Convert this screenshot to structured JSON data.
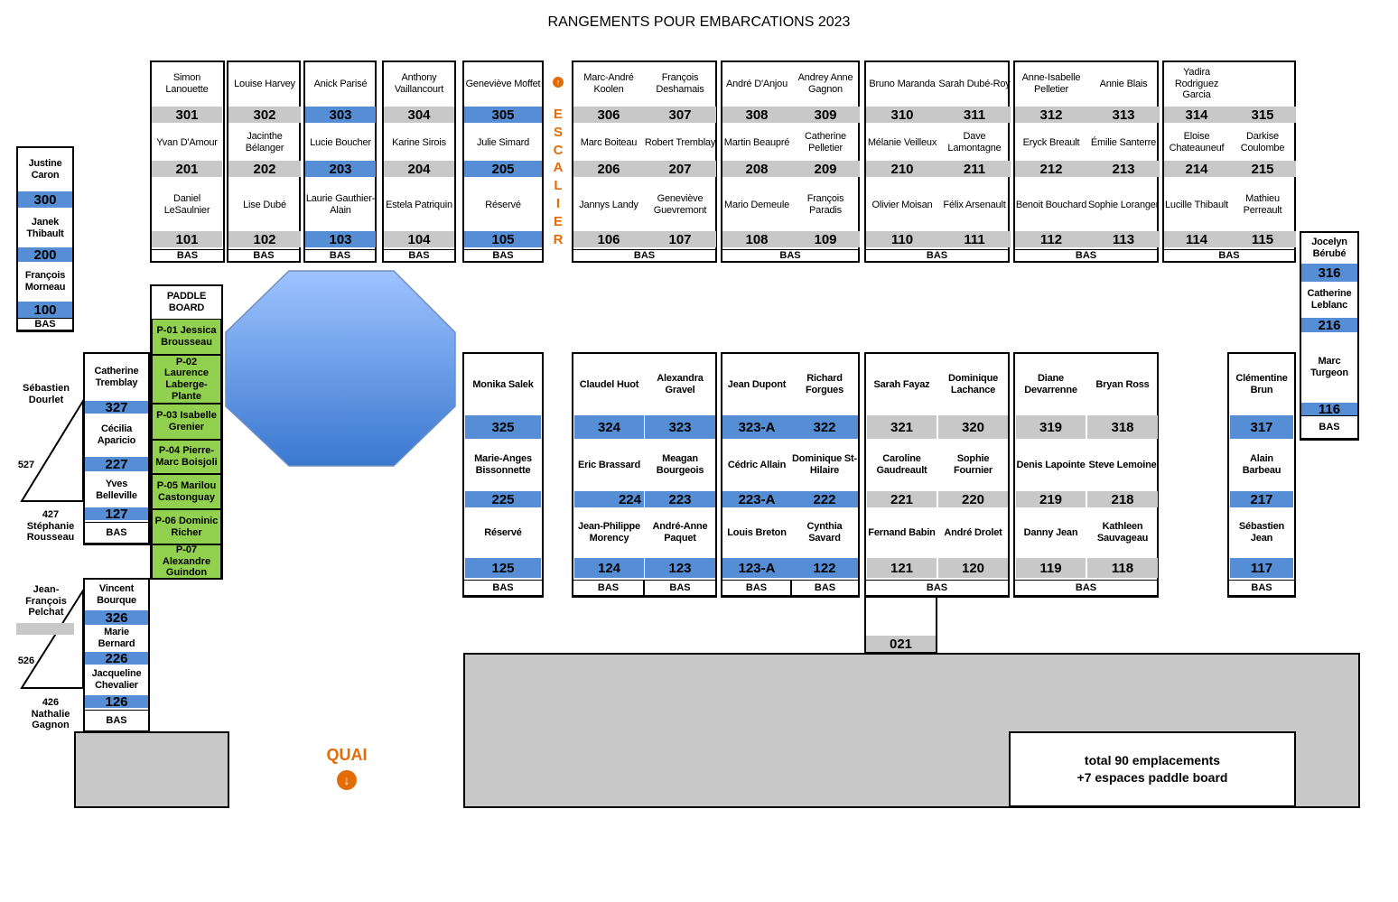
{
  "title": "RANGEMENTS POUR EMBARCATIONS 2023",
  "colors": {
    "blue": "#558ed5",
    "gray": "#c8c8c8",
    "green": "#92d050",
    "orange": "#e36c09",
    "basin": "#8db4e2"
  },
  "bas_label": "BAS",
  "escalier": [
    "E",
    "S",
    "C",
    "A",
    "L",
    "I",
    "E",
    "R"
  ],
  "quai": "QUAI",
  "total": {
    "line1": "total 90 emplacements",
    "line2": "+7 espaces paddle board"
  },
  "paddle": {
    "header": "PADDLE BOARD",
    "items": [
      "P-01 Jessica Brousseau",
      "P-02 Laurence Laberge-Plante",
      "P-03 Isabelle Grenier",
      "P-04 Pierre-Marc Boisjoli",
      "P-05 Marilou Castonguay",
      "P-06 Dominic Richer",
      "P-07 Alexandre Guindon"
    ]
  },
  "slot_021": "021",
  "top_rows": {
    "row3": [
      {
        "name": "Simon Lanouette",
        "num": "301",
        "color": "gray"
      },
      {
        "name": "Louise Harvey",
        "num": "302",
        "color": "gray"
      },
      {
        "name": "Anick Parisé",
        "num": "303",
        "color": "blue"
      },
      {
        "name": "Anthony Vaillancourt",
        "num": "304",
        "color": "gray"
      },
      {
        "name": "Geneviève Moffet",
        "num": "305",
        "color": "blue"
      },
      {
        "name": "Marc-André Koolen",
        "num": "306",
        "color": "gray"
      },
      {
        "name": "François Deshamais",
        "num": "307",
        "color": "gray"
      },
      {
        "name": "André D'Anjou",
        "num": "308",
        "color": "gray"
      },
      {
        "name": "Andrey Anne Gagnon",
        "num": "309",
        "color": "gray"
      },
      {
        "name": "Bruno Maranda",
        "num": "310",
        "color": "gray"
      },
      {
        "name": "Sarah Dubé-Roy",
        "num": "311",
        "color": "gray"
      },
      {
        "name": "Anne-Isabelle Pelletier",
        "num": "312",
        "color": "gray"
      },
      {
        "name": "Annie Blais",
        "num": "313",
        "color": "gray"
      },
      {
        "name": "Yadira Rodriguez Garcia",
        "num": "314",
        "color": "gray"
      },
      {
        "name": "",
        "num": "315",
        "color": "gray"
      }
    ],
    "row2": [
      {
        "name": "Yvan D'Amour",
        "num": "201",
        "color": "gray"
      },
      {
        "name": "Jacinthe Bélanger",
        "num": "202",
        "color": "gray"
      },
      {
        "name": "Lucie Boucher",
        "num": "203",
        "color": "blue"
      },
      {
        "name": "Karine Sirois",
        "num": "204",
        "color": "gray"
      },
      {
        "name": "Julie Simard",
        "num": "205",
        "color": "blue"
      },
      {
        "name": "Marc Boiteau",
        "num": "206",
        "color": "gray"
      },
      {
        "name": "Robert Tremblay",
        "num": "207",
        "color": "gray"
      },
      {
        "name": "Martin Beaupré",
        "num": "208",
        "color": "gray"
      },
      {
        "name": "Catherine Pelletier",
        "num": "209",
        "color": "gray"
      },
      {
        "name": "Mélanie Veilleux",
        "num": "210",
        "color": "gray"
      },
      {
        "name": "Dave Lamontagne",
        "num": "211",
        "color": "gray"
      },
      {
        "name": "Eryck Breault",
        "num": "212",
        "color": "gray"
      },
      {
        "name": "Émilie Santerre",
        "num": "213",
        "color": "gray"
      },
      {
        "name": "Eloise Chateauneuf",
        "num": "214",
        "color": "gray"
      },
      {
        "name": "Darkise Coulombe",
        "num": "215",
        "color": "gray"
      }
    ],
    "row1": [
      {
        "name": "Daniel LeSaulnier",
        "num": "101",
        "color": "gray"
      },
      {
        "name": "Lise Dubé",
        "num": "102",
        "color": "gray"
      },
      {
        "name": "Laurie Gauthier-Alain",
        "num": "103",
        "color": "blue"
      },
      {
        "name": "Estela Patriquin",
        "num": "104",
        "color": "gray"
      },
      {
        "name": "Réservé",
        "num": "105",
        "color": "blue"
      },
      {
        "name": "Jannys Landy",
        "num": "106",
        "color": "gray"
      },
      {
        "name": "Geneviève Guevremont",
        "num": "107",
        "color": "gray"
      },
      {
        "name": "Mario Demeule",
        "num": "108",
        "color": "gray"
      },
      {
        "name": "François Paradis",
        "num": "109",
        "color": "gray"
      },
      {
        "name": "Olivier Moisan",
        "num": "110",
        "color": "gray"
      },
      {
        "name": "Félix Arsenault",
        "num": "111",
        "color": "gray"
      },
      {
        "name": "Benoit Bouchard",
        "num": "112",
        "color": "gray"
      },
      {
        "name": "Sophie Loranger",
        "num": "113",
        "color": "gray"
      },
      {
        "name": "Lucille Thibault",
        "num": "114",
        "color": "gray"
      },
      {
        "name": "Mathieu Perreault",
        "num": "115",
        "color": "gray"
      }
    ]
  },
  "lower_rows": {
    "row3": [
      {
        "name": "Monika Salek",
        "num": "325",
        "color": "blue"
      },
      {
        "name": "Claudel Huot",
        "num": "324",
        "color": "blue"
      },
      {
        "name": "Alexandra Gravel",
        "num": "323",
        "color": "blue"
      },
      {
        "name": "Jean Dupont",
        "num": "323-A",
        "color": "blue"
      },
      {
        "name": "Richard Forgues",
        "num": "322",
        "color": "blue"
      },
      {
        "name": "Sarah Fayaz",
        "num": "321",
        "color": "gray"
      },
      {
        "name": "Dominique Lachance",
        "num": "320",
        "color": "gray"
      },
      {
        "name": "Diane Devarrenne",
        "num": "319",
        "color": "gray"
      },
      {
        "name": "Bryan Ross",
        "num": "318",
        "color": "gray"
      },
      {
        "name": "Clémentine Brun",
        "num": "317",
        "color": "blue"
      }
    ],
    "row2": [
      {
        "name": "Marie-Anges Bissonnette",
        "num": "225",
        "color": "blue"
      },
      {
        "name": "Eric Brassard",
        "num": "224",
        "color": "blue"
      },
      {
        "name": "Meagan Bourgeois",
        "num": "223",
        "color": "blue"
      },
      {
        "name": "Cédric Allain",
        "num": "223-A",
        "color": "blue"
      },
      {
        "name": "Dominique St-Hilaire",
        "num": "222",
        "color": "blue"
      },
      {
        "name": "Caroline Gaudreault",
        "num": "221",
        "color": "gray"
      },
      {
        "name": "Sophie Fournier",
        "num": "220",
        "color": "gray"
      },
      {
        "name": "Denis Lapointe",
        "num": "219",
        "color": "gray"
      },
      {
        "name": "Steve Lemoine",
        "num": "218",
        "color": "gray"
      },
      {
        "name": "Alain Barbeau",
        "num": "217",
        "color": "blue"
      }
    ],
    "row1": [
      {
        "name": "Réservé",
        "num": "125",
        "color": "blue"
      },
      {
        "name": "Jean-Philippe Morency",
        "num": "124",
        "color": "blue"
      },
      {
        "name": "André-Anne Paquet",
        "num": "123",
        "color": "blue"
      },
      {
        "name": "Louis Breton",
        "num": "123-A",
        "color": "blue"
      },
      {
        "name": "Cynthia Savard",
        "num": "122",
        "color": "blue"
      },
      {
        "name": "Fernand Babin",
        "num": "121",
        "color": "gray"
      },
      {
        "name": "André Drolet",
        "num": "120",
        "color": "gray"
      },
      {
        "name": "Danny Jean",
        "num": "119",
        "color": "gray"
      },
      {
        "name": "Kathleen Sauvageau",
        "num": "118",
        "color": "gray"
      },
      {
        "name": "Sébastien Jean",
        "num": "117",
        "color": "blue"
      }
    ]
  },
  "left_stack": [
    {
      "name": "Justine Caron",
      "num": "300"
    },
    {
      "name": "Janek Thibault",
      "num": "200"
    },
    {
      "name": "François Morneau",
      "num": "100"
    }
  ],
  "right_stack": [
    {
      "name": "Jocelyn Bérubé",
      "num": "316"
    },
    {
      "name": "Catherine Leblanc",
      "num": "216"
    },
    {
      "name": "Marc Turgeon",
      "num": "116"
    }
  ],
  "stack_327": [
    {
      "name": "Catherine Tremblay",
      "num": "327"
    },
    {
      "name": "Cécilia Aparicio",
      "num": "227"
    },
    {
      "name": "Yves Belleville",
      "num": "127"
    }
  ],
  "stack_326": [
    {
      "name": "Vincent Bourque",
      "num": "326"
    },
    {
      "name": "Marie Bernard",
      "num": "226"
    },
    {
      "name": "Jacqueline Chevalier",
      "num": "126"
    }
  ],
  "side_labels": {
    "sebastien": "Sébastien Dourlet",
    "n527": "527",
    "stephanie": "427 Stéphanie Rousseau",
    "jeanfrancois": "Jean-François Pelchat",
    "n526": "526",
    "nathalie": "426 Nathalie Gagnon"
  }
}
